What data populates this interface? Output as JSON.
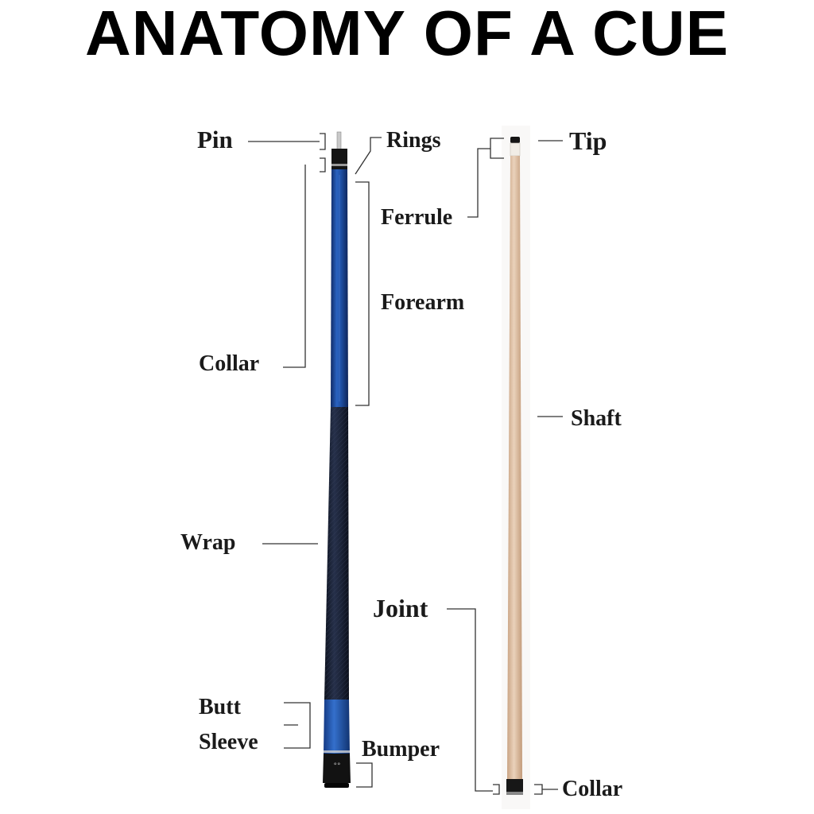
{
  "title": "ANATOMY OF A CUE",
  "labels": {
    "pin": "Pin",
    "rings": "Rings",
    "ferrule": "Ferrule",
    "forearm": "Forearm",
    "collar_butt": "Collar",
    "wrap": "Wrap",
    "butt_sleeve_line1": "Butt",
    "butt_sleeve_line2": "Sleeve",
    "bumper": "Bumper",
    "tip": "Tip",
    "shaft": "Shaft",
    "joint": "Joint",
    "collar_shaft": "Collar"
  },
  "colors": {
    "forearm_blue": "#1f4fa0",
    "wrap_dark": "#1b2233",
    "butt_sleeve_blue": "#2358b0",
    "shaft_wood": "#d9b99a",
    "tip_black": "#111111"
  }
}
